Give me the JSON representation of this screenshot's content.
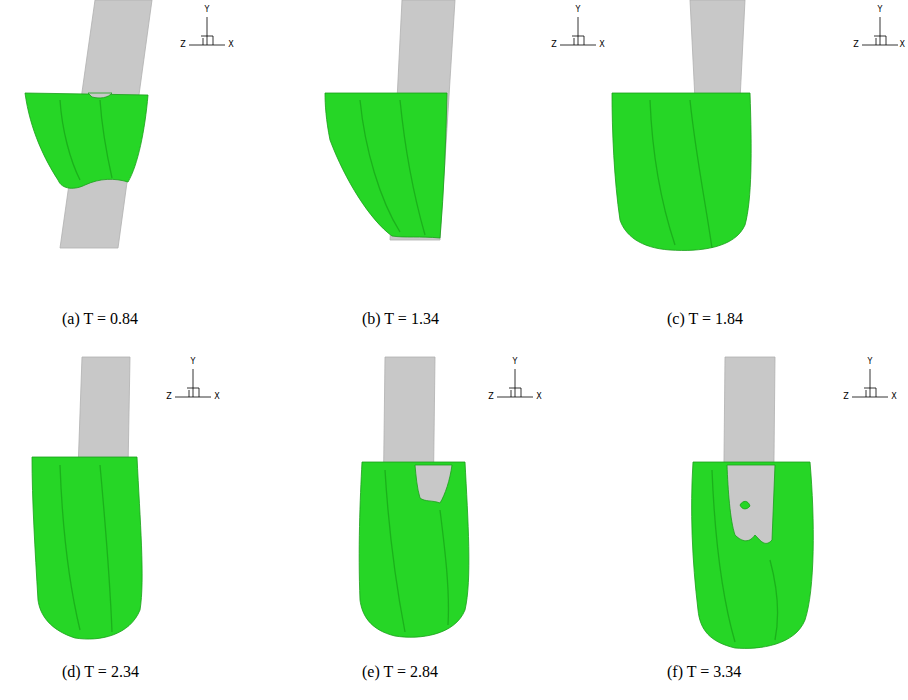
{
  "diagram": {
    "labels": [
      "Y",
      "Z",
      "X",
      "Y",
      "Z",
      "X",
      "Y",
      "Z",
      "X",
      "(a) T = 0.84",
      "(b) T = 1.34",
      "(c) T = 1.84",
      "Y",
      "Z",
      "X",
      "Y",
      "Z",
      "X",
      "Y",
      "Z",
      "X",
      "(d) T = 2.34",
      "(e) T = 2.84",
      "(f) T = 3.34"
    ]
  }
}
